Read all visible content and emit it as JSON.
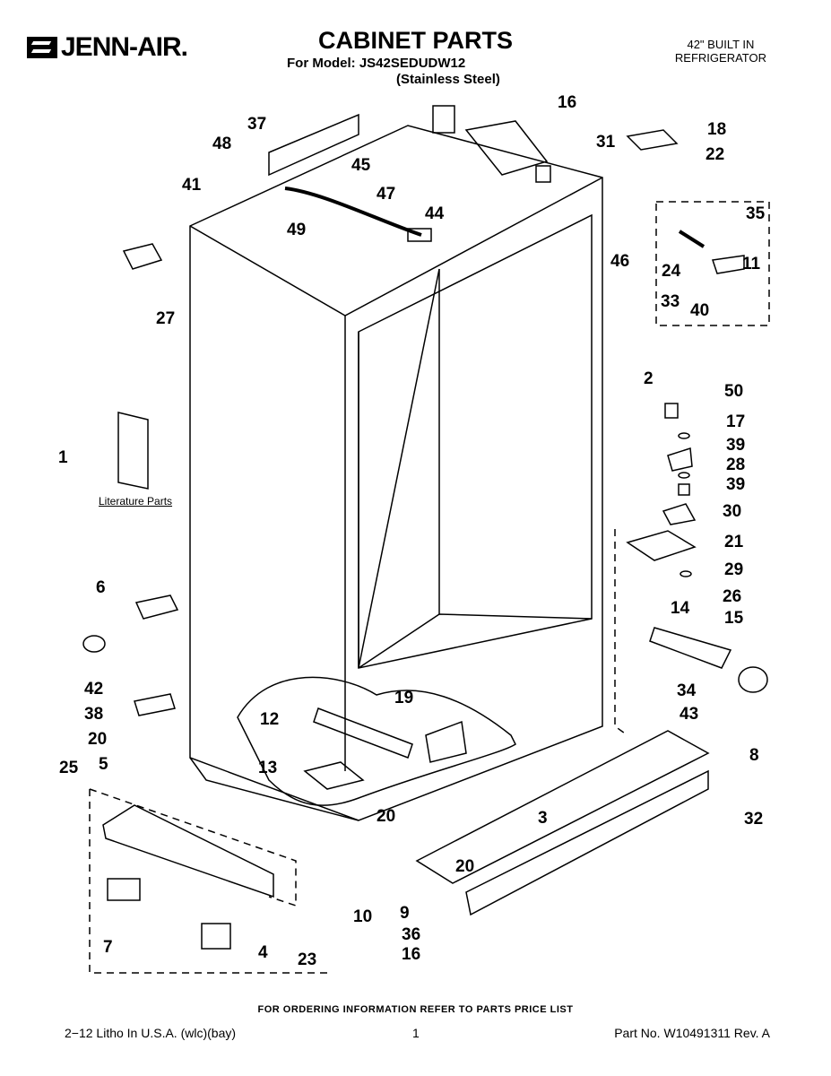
{
  "header": {
    "brand": "JENN-AIR.",
    "title": "CABINET PARTS",
    "model_line": "For Model: JS42SEDUDW12",
    "material_line": "(Stainless Steel)",
    "product_line1": "42\" BUILT IN",
    "product_line2": "REFRIGERATOR"
  },
  "diagram": {
    "literature_label": "Literature Parts",
    "callouts": [
      "37",
      "48",
      "41",
      "45",
      "47",
      "44",
      "49",
      "16",
      "31",
      "18",
      "22",
      "46",
      "35",
      "24",
      "11",
      "33",
      "40",
      "50",
      "27",
      "2",
      "17",
      "39",
      "28",
      "39",
      "30",
      "1",
      "21",
      "29",
      "26",
      "14",
      "15",
      "6",
      "42",
      "38",
      "34",
      "43",
      "19",
      "12",
      "20",
      "13",
      "8",
      "25",
      "5",
      "20",
      "3",
      "32",
      "20",
      "10",
      "9",
      "36",
      "16",
      "7",
      "4",
      "23"
    ]
  },
  "footer": {
    "ordering_note": "FOR ORDERING INFORMATION REFER TO PARTS PRICE LIST",
    "litho": "2−12 Litho In U.S.A. (wlc)(bay)",
    "page_number": "1",
    "part_no": "Part No. W10491311 Rev. A"
  }
}
